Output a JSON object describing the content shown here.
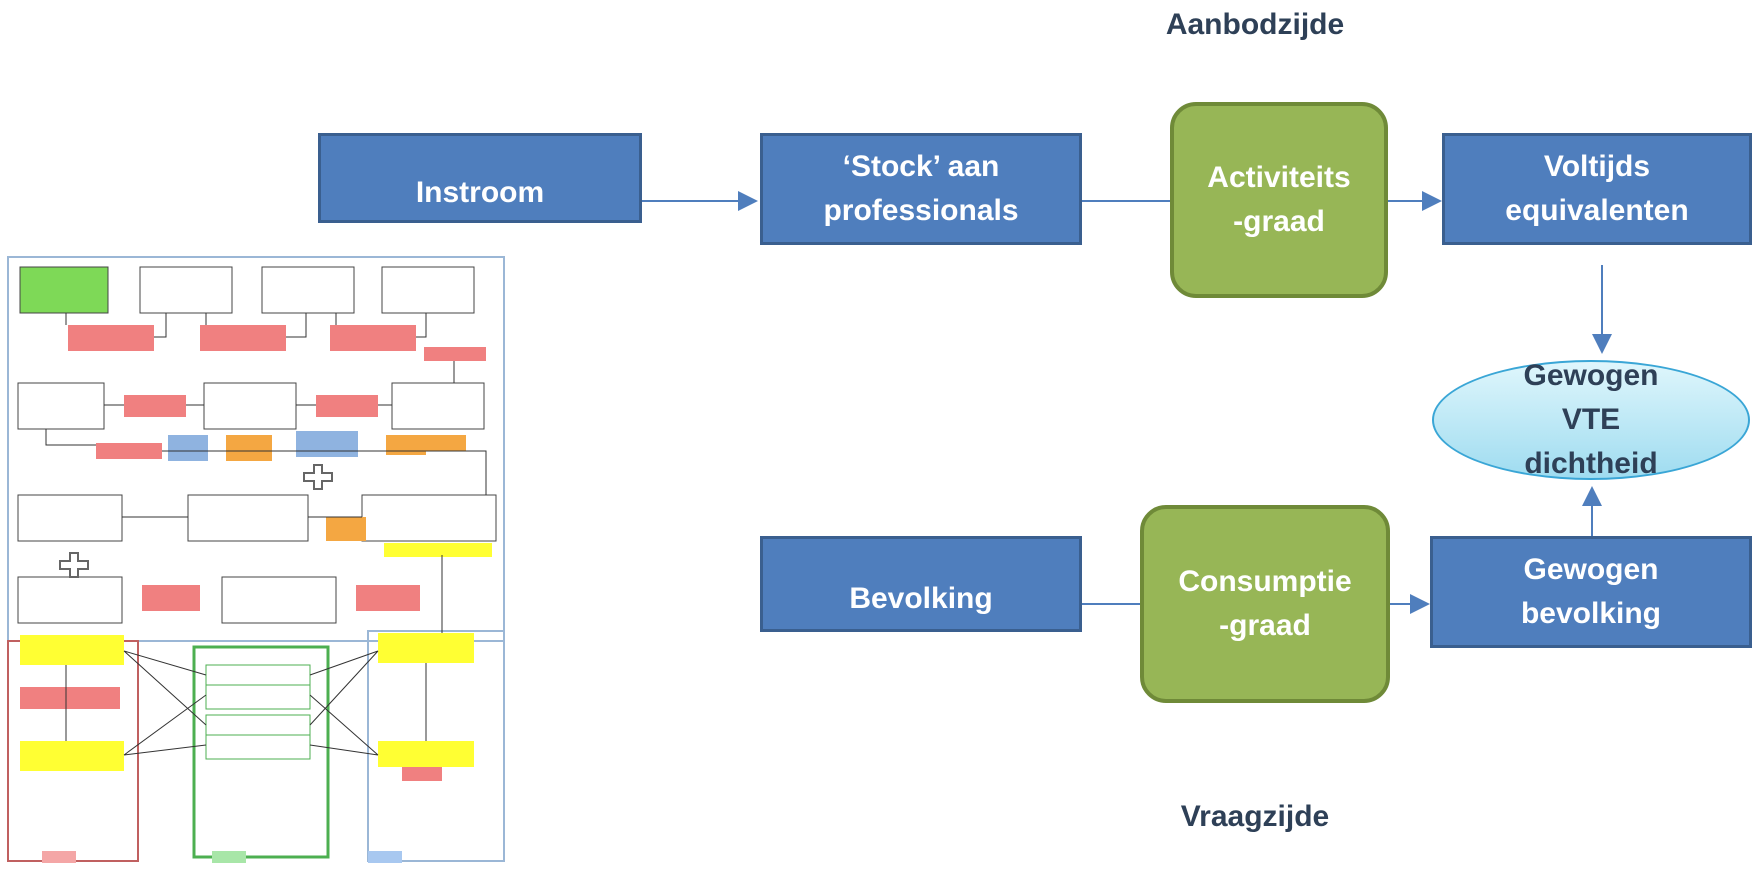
{
  "aanbod_label": "Aanbodzijde",
  "vraag_label": "Vraagzijde",
  "supply": {
    "instroom": "Instroom",
    "stock": "‘Stock’ aan\nprofessionals",
    "activiteit": "Activiteits\n-graad",
    "vte": "Voltijds\nequivalenten"
  },
  "center": {
    "gewogen_vte": "Gewogen\nVTE\ndichtheid"
  },
  "demand": {
    "bevolking": "Bevolking",
    "consumptie": "Consumptie\n-graad",
    "gewogen_bevolking": "Gewogen\nbevolking"
  },
  "thumbnail": {
    "description_icon": "complex-flow-diagram-thumbnail"
  },
  "colors": {
    "blue_box": "#4f7ebd",
    "green_box": "#97b656",
    "ellipse": "#bfeaf7",
    "arrow": "#4f7ebd"
  }
}
